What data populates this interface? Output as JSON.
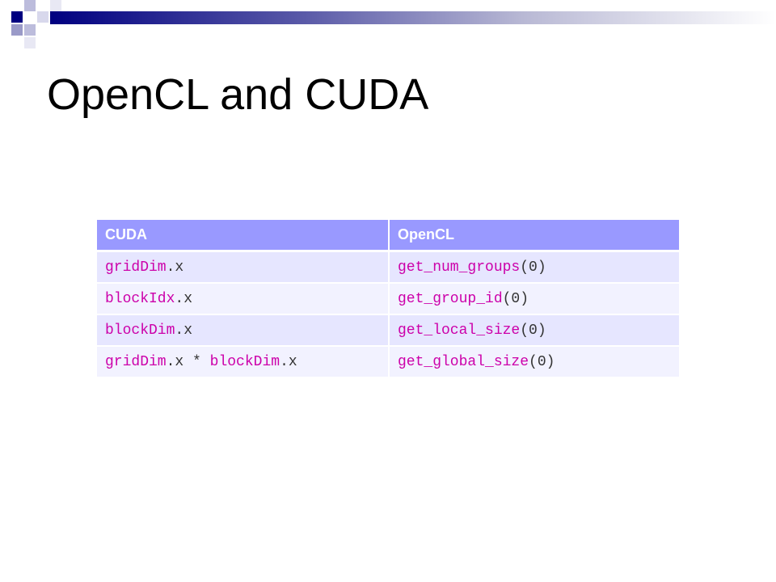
{
  "title": "OpenCL and CUDA",
  "table": {
    "headers": [
      "CUDA",
      "OpenCL"
    ],
    "rows": [
      {
        "cuda": [
          {
            "text": "gridDim",
            "tone": "accent"
          },
          {
            "text": ".x",
            "tone": "dark"
          }
        ],
        "opencl": [
          {
            "text": "get_num_groups",
            "tone": "accent"
          },
          {
            "text": "(0)",
            "tone": "dark"
          }
        ]
      },
      {
        "cuda": [
          {
            "text": "blockIdx",
            "tone": "accent"
          },
          {
            "text": ".x",
            "tone": "dark"
          }
        ],
        "opencl": [
          {
            "text": "get_group_id",
            "tone": "accent"
          },
          {
            "text": "(0)",
            "tone": "dark"
          }
        ]
      },
      {
        "cuda": [
          {
            "text": "blockDim",
            "tone": "accent"
          },
          {
            "text": ".x",
            "tone": "dark"
          }
        ],
        "opencl": [
          {
            "text": "get_local_size",
            "tone": "accent"
          },
          {
            "text": "(0)",
            "tone": "dark"
          }
        ]
      },
      {
        "cuda": [
          {
            "text": "gridDim",
            "tone": "accent"
          },
          {
            "text": ".x * ",
            "tone": "dark"
          },
          {
            "text": "blockDim",
            "tone": "accent"
          },
          {
            "text": ".x",
            "tone": "dark"
          }
        ],
        "opencl": [
          {
            "text": "get_global_size",
            "tone": "accent"
          },
          {
            "text": "(0)",
            "tone": "dark"
          }
        ]
      }
    ]
  },
  "colors": {
    "header_bg": "#9999ff",
    "row_odd_bg": "#e6e6ff",
    "row_even_bg": "#f2f2ff",
    "code_accent": "#cc00aa",
    "code_dark": "#333333",
    "brand_navy": "#000080"
  }
}
